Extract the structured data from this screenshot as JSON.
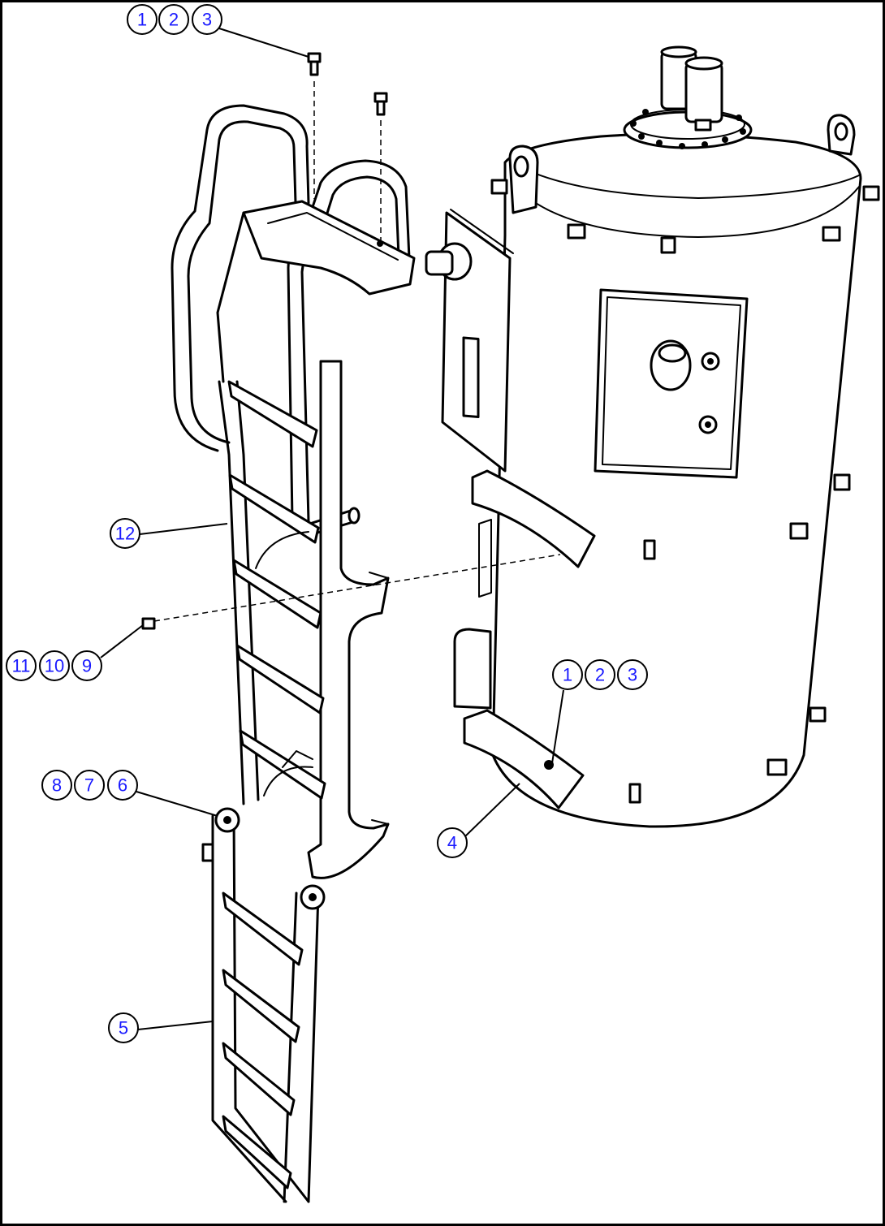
{
  "callouts": [
    {
      "id": "c1a",
      "label": "1"
    },
    {
      "id": "c2a",
      "label": "2"
    },
    {
      "id": "c3a",
      "label": "3"
    },
    {
      "id": "c1b",
      "label": "1"
    },
    {
      "id": "c2b",
      "label": "2"
    },
    {
      "id": "c3b",
      "label": "3"
    },
    {
      "id": "c4",
      "label": "4"
    },
    {
      "id": "c5",
      "label": "5"
    },
    {
      "id": "c6",
      "label": "6"
    },
    {
      "id": "c7",
      "label": "7"
    },
    {
      "id": "c8",
      "label": "8"
    },
    {
      "id": "c9",
      "label": "9"
    },
    {
      "id": "c10",
      "label": "10"
    },
    {
      "id": "c11",
      "label": "11"
    },
    {
      "id": "c12",
      "label": "12"
    }
  ],
  "colors": {
    "callout_text": "#1a1aff",
    "line": "#000000",
    "background": "#ffffff"
  }
}
